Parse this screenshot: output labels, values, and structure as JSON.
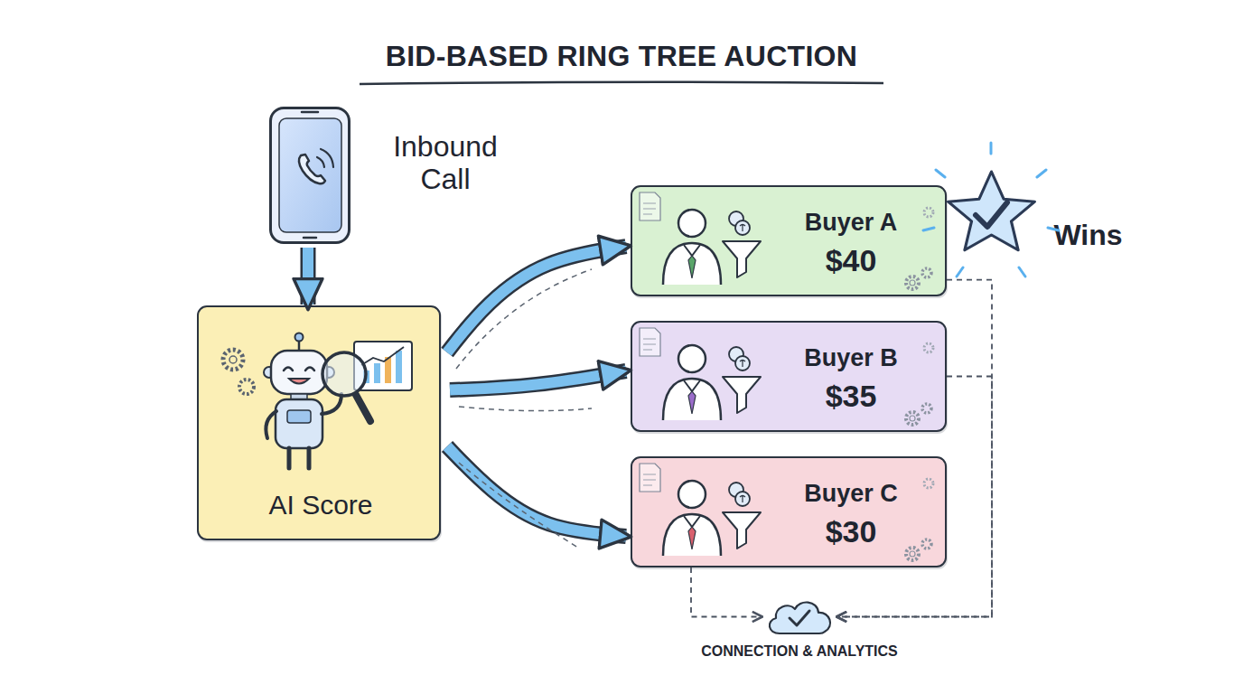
{
  "diagram": {
    "title": "BID-BASED RING TREE AUCTION",
    "nodes": [
      {
        "text": [
          "Inbound Call"
        ]
      },
      {
        "text": [
          "AI Score"
        ]
      },
      {
        "text": [
          "Buyer A",
          "$40"
        ]
      },
      {
        "text": [
          "Wins"
        ]
      },
      {
        "text": [
          "Buyer B",
          "$35"
        ]
      },
      {
        "text": [
          "Buyer C",
          "$30"
        ]
      },
      {
        "text": [
          "CONNECTION & ANALYTICS"
        ]
      }
    ],
    "edges": [
      {
        "from": 0,
        "to": 1,
        "arrow": "to"
      },
      {
        "from": 1,
        "to": 2,
        "arrow": "to"
      },
      {
        "from": 1,
        "to": 4,
        "arrow": "to"
      },
      {
        "from": 1,
        "to": 5,
        "arrow": "to"
      },
      {
        "from": 2,
        "to": 6,
        "arrow": "to"
      },
      {
        "from": 4,
        "to": 6,
        "arrow": "to"
      },
      {
        "from": 5,
        "to": 6,
        "arrow": "to"
      }
    ]
  }
}
